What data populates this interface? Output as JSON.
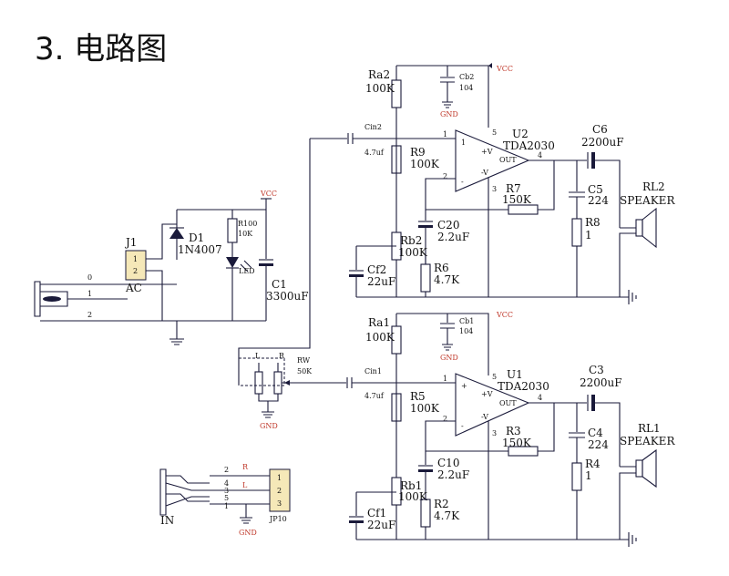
{
  "title": "3. 电路图",
  "labels": {
    "ra2": "Ra2",
    "ra2v": "100K",
    "cb2": "Cb2",
    "cb2v": "104",
    "gnd_cb2": "GND",
    "vcc_top": "VCC",
    "cin2": "Cin2",
    "cin2v": "4.7uf",
    "r9": "R9",
    "r9v": "100K",
    "u2": "U2",
    "u2t": "TDA2030",
    "c6": "C6",
    "c6v": "2200uF",
    "rl2": "RL2",
    "rl2t": "SPEAKER",
    "r7": "R7",
    "r7v": "150K",
    "c5": "C5",
    "c5v": "224",
    "r8": "R8",
    "r8v": "1",
    "c20": "C20",
    "c20v": "2.2uF",
    "rb2": "Rb2",
    "rb2v": "100K",
    "cf2": "Cf2",
    "cf2v": "22uF",
    "r6": "R6",
    "r6v": "4.7K",
    "d1": "D1",
    "d1v": "1N4007",
    "j1": "J1",
    "j1_1": "1",
    "j1_2": "2",
    "ac": "AC",
    "vcc_mid": "VCC",
    "r100": "R100",
    "r100v": "10K",
    "led": "LED",
    "c1": "C1",
    "c1v": "3300uF",
    "w0": "0",
    "w1": "1",
    "w2": "2",
    "ra1": "Ra1",
    "ra1v": "100K",
    "cb1": "Cb1",
    "cb1v": "104",
    "gnd_cb1": "GND",
    "vcc_low": "VCC",
    "pot_l": "L",
    "pot_r": "R",
    "rw": "RW",
    "rwv": "50K",
    "gnd_pot": "GND",
    "cin1": "Cin1",
    "cin1v": "4.7uf",
    "r5": "R5",
    "r5v": "100K",
    "u1": "U1",
    "u1t": "TDA2030",
    "c3": "C3",
    "c3v": "2200uF",
    "rl1": "RL1",
    "rl1t": "SPEAKER",
    "r3": "R3",
    "r3v": "150K",
    "c4": "C4",
    "c4v": "224",
    "r4": "R4",
    "r4v": "1",
    "c10": "C10",
    "c10v": "2.2uF",
    "rb1": "Rb1",
    "rb1v": "100K",
    "cf1": "Cf1",
    "cf1v": "22uF",
    "r2": "R2",
    "r2v": "4.7K",
    "jack_in": "IN",
    "jp_r": "R",
    "jp_l": "L",
    "jp10": "JP10",
    "jp_gnd": "GND",
    "jp_1": "1",
    "jp_2": "2",
    "jp_3": "3",
    "jk_pin2": "2",
    "jk_pin4": "4",
    "jk_pin3": "3",
    "jk_pin5": "5",
    "jk_pin1": "1",
    "op_in1": "1",
    "op_in2": "2",
    "op_out": "4",
    "op_v5": "5",
    "op_v3": "3",
    "op1_in1": "1",
    "op1_in2": "2",
    "op1_out": "4",
    "op1_v5": "5",
    "op1_v3": "3",
    "op_minus_v": "-V",
    "op_plus_v": "+V",
    "op_outlbl": "OUT",
    "op1_minus_v": "-V",
    "op1_plus_v": "+V",
    "op1_outlbl": "OUT"
  }
}
